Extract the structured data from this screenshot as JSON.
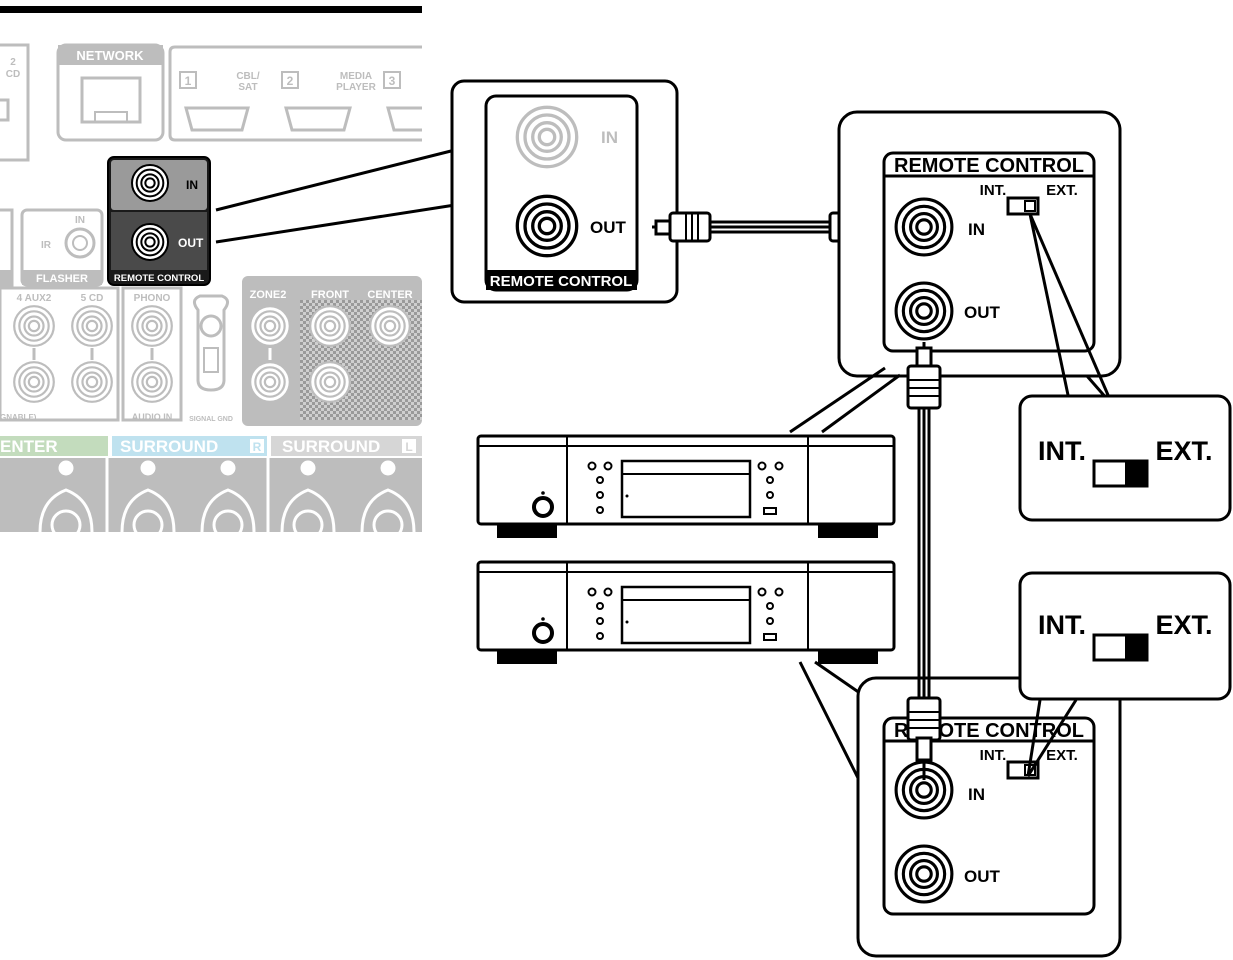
{
  "receiver": {
    "network": "NETWORK",
    "hdmi_inputs": [
      {
        "num": "1",
        "label_l1": "CBL/",
        "label_l2": "SAT"
      },
      {
        "num": "2",
        "label_l1": "MEDIA",
        "label_l2": "PLAYER"
      },
      {
        "num": "3",
        "label_l1": "",
        "label_l2": ""
      }
    ],
    "cd_top": "2",
    "cd_label": "CD",
    "remote_in": "IN",
    "remote_out": "OUT",
    "remote_control": "REMOTE CONTROL",
    "flasher_in": "IN",
    "flasher_ir": "IR",
    "flasher": "FLASHER",
    "aux_labels": [
      "4 AUX2",
      "5 CD"
    ],
    "phono": "PHONO",
    "audio_in": "AUDIO IN",
    "signal_gnd": "SIGNAL GND",
    "zone2": "ZONE2",
    "front": "FRONT",
    "center_pre": "CENTER",
    "assignable": "GNABLE)",
    "spk_center": "ENTER",
    "spk_surround_r": "SURROUND",
    "spk_surround_r_badge": "R",
    "spk_surround_l": "SURROUND",
    "spk_surround_l_badge": "L"
  },
  "zoom_receiver": {
    "in": "IN",
    "out": "OUT",
    "remote_control": "REMOTE CONTROL"
  },
  "device_top_panel": {
    "title": "REMOTE CONTROL",
    "int": "INT.",
    "ext": "EXT.",
    "in": "IN",
    "out": "OUT"
  },
  "device_bottom_panel": {
    "title": "REMOTE CONTROL",
    "int": "INT.",
    "ext": "EXT.",
    "in": "IN",
    "out": "OUT"
  },
  "switch_callout_top": {
    "int": "INT.",
    "ext": "EXT.",
    "position": "EXT."
  },
  "switch_callout_bottom": {
    "int": "INT.",
    "ext": "EXT.",
    "position": "EXT."
  }
}
